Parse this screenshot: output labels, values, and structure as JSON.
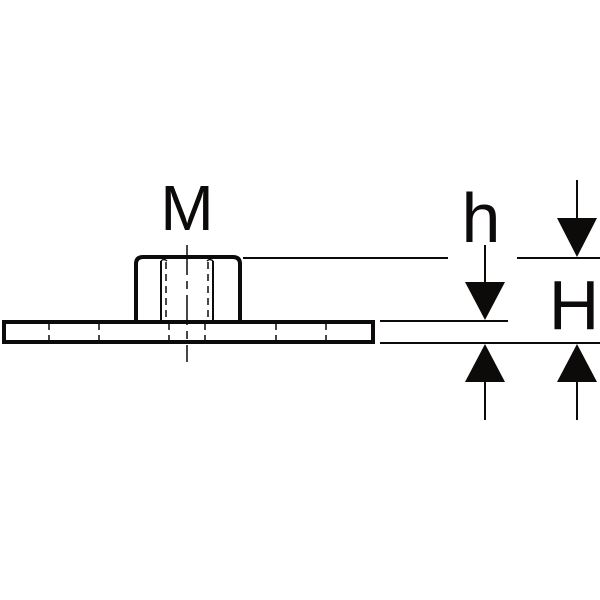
{
  "labels": {
    "thread_size": "M",
    "nut_height": "h",
    "total_height": "H"
  },
  "colors": {
    "stroke": "#0d0a0a",
    "background": "#ffffff"
  }
}
